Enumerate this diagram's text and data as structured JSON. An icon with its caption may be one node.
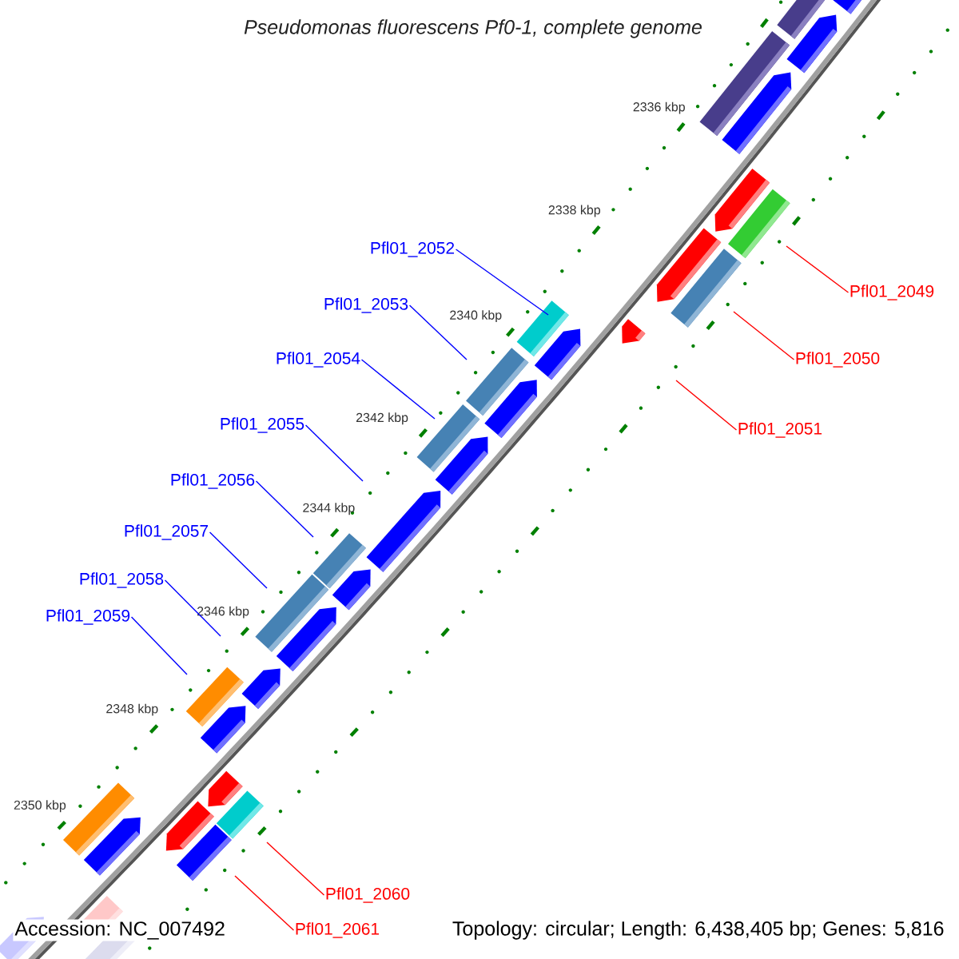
{
  "diagram": {
    "title": "Pseudomonas fluorescens Pf0-1, complete genome",
    "nodes": [
      {
        "text": [
          "Pfl01_2052"
        ]
      },
      {
        "text": [
          "Pfl01_2049"
        ]
      },
      {
        "text": [
          "Pfl01_2053"
        ]
      },
      {
        "text": [
          "Pfl01_2054"
        ]
      },
      {
        "text": [
          "Pfl01_2050"
        ]
      },
      {
        "text": [
          "Pfl01_2055"
        ]
      },
      {
        "text": [
          "Pfl01_2051"
        ]
      },
      {
        "text": [
          "Pfl01_2056"
        ]
      },
      {
        "text": [
          "Pfl01_2057"
        ]
      },
      {
        "text": [
          "Pfl01_2058"
        ]
      },
      {
        "text": [
          "Pfl01_2059"
        ]
      },
      {
        "text": [
          "Pfl01_2060"
        ]
      },
      {
        "text": [
          "Pfl01_2061"
        ]
      }
    ],
    "edges": [
      {
        "from": 0,
        "to": null,
        "arrow": "none"
      },
      {
        "from": 1,
        "to": null,
        "arrow": "none",
        "color": "#ff0000"
      },
      {
        "from": 2,
        "to": null,
        "arrow": "none"
      },
      {
        "from": 3,
        "to": null,
        "arrow": "none"
      },
      {
        "from": 4,
        "to": null,
        "arrow": "none",
        "color": "#ff0000"
      },
      {
        "from": 5,
        "to": null,
        "arrow": "none"
      },
      {
        "from": 6,
        "to": null,
        "arrow": "none",
        "color": "#ff0000"
      },
      {
        "from": 7,
        "to": null,
        "arrow": "none"
      },
      {
        "from": 8,
        "to": null,
        "arrow": "none"
      },
      {
        "from": 9,
        "to": null,
        "arrow": "none"
      },
      {
        "from": 10,
        "to": null,
        "arrow": "none"
      },
      {
        "from": 11,
        "to": null,
        "arrow": "none",
        "color": "#ff0000"
      },
      {
        "from": 12,
        "to": null,
        "arrow": "none",
        "color": "#ff0000"
      }
    ],
    "labels": [
      "2336 kbp",
      "2338 kbp",
      "2340 kbp",
      "2342 kbp",
      "2344 kbp",
      "2346 kbp",
      "2348 kbp",
      "2350 kbp",
      "Accession: NC_007492",
      "Topology: circular; Length: 6,438,405 bp; Genes: 5,816"
    ]
  }
}
